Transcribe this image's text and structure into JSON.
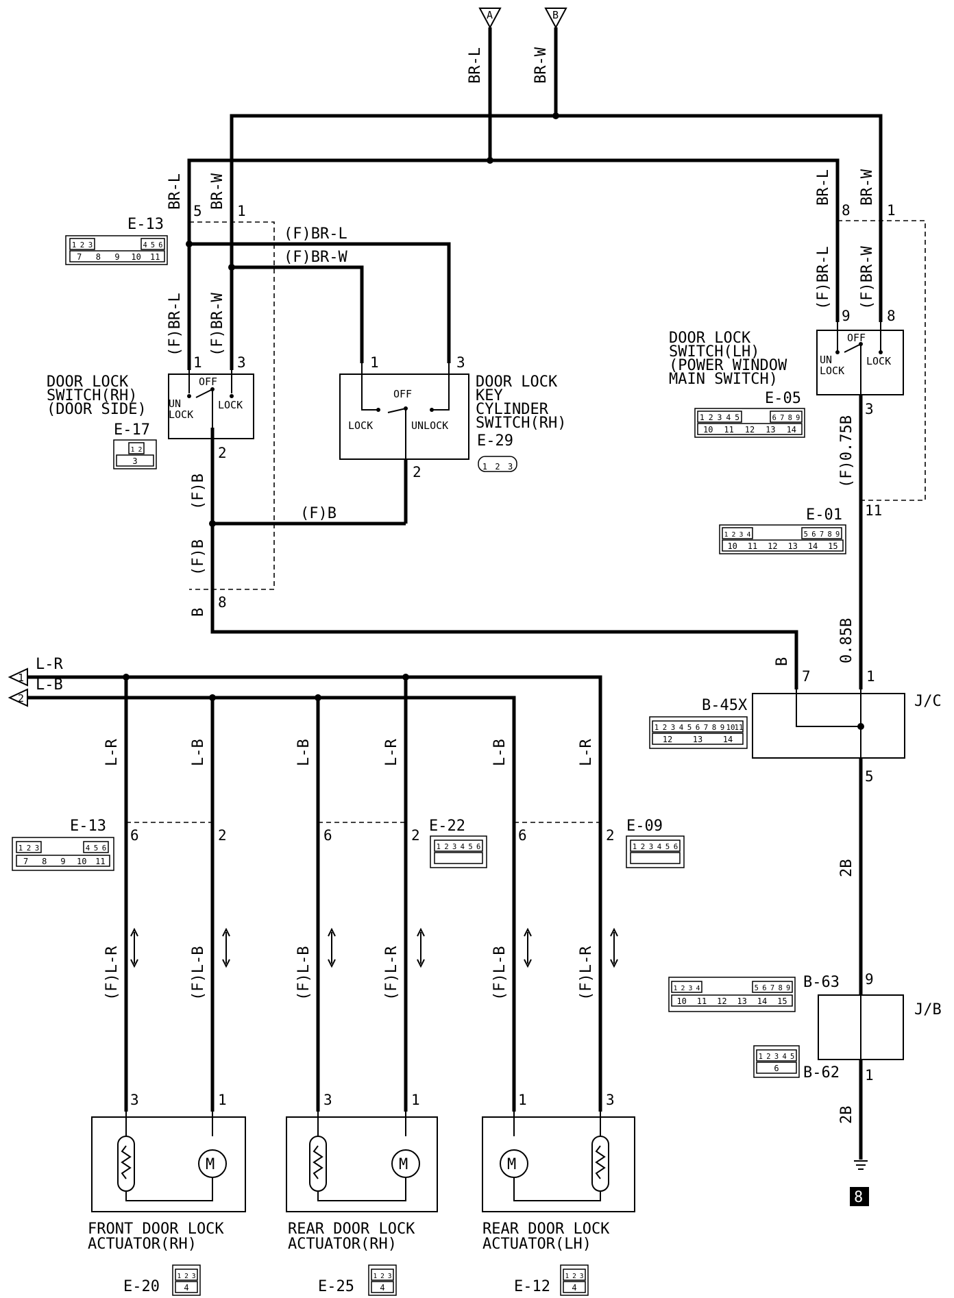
{
  "terminals": {
    "A": "A",
    "B": "B",
    "1": "1",
    "2": "2"
  },
  "wires": {
    "br_l": "BR-L",
    "br_w": "BR-W",
    "f_br_l": "(F)BR-L",
    "f_br_w": "(F)BR-W",
    "f_b": "(F)B",
    "b": "B",
    "f_075b": "(F)0.75B",
    "w085b": "0.85B",
    "w2b": "2B",
    "l_r": "L-R",
    "l_b": "L-B",
    "f_l_r": "(F)L-R",
    "f_l_b": "(F)L-B"
  },
  "connectors": {
    "e13": "E-13",
    "e17": "E-17",
    "e29": "E-29",
    "e05": "E-05",
    "e01": "E-01",
    "b45x": "B-45X",
    "e22": "E-22",
    "e09": "E-09",
    "b63": "B-63",
    "b62": "B-62",
    "e20": "E-20",
    "e25": "E-25",
    "e12": "E-12"
  },
  "connector_pins": {
    "e13": [
      "1",
      "2",
      "3",
      "4",
      "5",
      "6",
      "7",
      "8",
      "9",
      "10",
      "11"
    ],
    "e17": [
      "1",
      "2",
      "3"
    ],
    "e29": [
      "1",
      "2",
      "3"
    ],
    "e05": [
      "1",
      "2",
      "3",
      "4",
      "5",
      "6",
      "7",
      "8",
      "9",
      "10",
      "11",
      "12",
      "13",
      "14"
    ],
    "e01": [
      "1",
      "2",
      "3",
      "4",
      "5",
      "6",
      "7",
      "8",
      "9",
      "10",
      "11",
      "12",
      "13",
      "14",
      "15"
    ],
    "b45x": [
      "1",
      "2",
      "3",
      "4",
      "5",
      "6",
      "7",
      "8",
      "9",
      "10",
      "11",
      "12",
      "13",
      "14"
    ],
    "e22": [
      "1",
      "2",
      "3",
      "4",
      "5",
      "6"
    ],
    "e09": [
      "1",
      "2",
      "3",
      "4",
      "5",
      "6"
    ],
    "b63": [
      "1",
      "2",
      "3",
      "4",
      "5",
      "6",
      "7",
      "8",
      "9",
      "10",
      "11",
      "12",
      "13",
      "14",
      "15"
    ],
    "b62": [
      "1",
      "2",
      "3",
      "4",
      "5",
      "6"
    ],
    "act": [
      "1",
      "2",
      "3",
      "4"
    ]
  },
  "components": {
    "switch_rh": [
      "DOOR LOCK",
      "SWITCH(RH)",
      "(DOOR SIDE)"
    ],
    "key_cyl": [
      "DOOR LOCK",
      "KEY",
      "CYLINDER",
      "SWITCH(RH)"
    ],
    "switch_lh": [
      "DOOR LOCK",
      "SWITCH(LH)",
      "(POWER WINDOW",
      "MAIN SWITCH)"
    ],
    "front_rh": [
      "FRONT DOOR LOCK",
      "ACTUATOR(RH)"
    ],
    "rear_rh": [
      "REAR DOOR LOCK",
      "ACTUATOR(RH)"
    ],
    "rear_lh": [
      "REAR DOOR LOCK",
      "ACTUATOR(LH)"
    ],
    "jc": "J/C",
    "jb": "J/B"
  },
  "switch_states": {
    "off": "OFF",
    "lock": "LOCK",
    "unlock": "UNLOCK",
    "un": "UN",
    "lock2": "LOCK"
  },
  "pins": {
    "p1": "1",
    "p2": "2",
    "p3": "3",
    "p5": "5",
    "p6": "6",
    "p7": "7",
    "p8": "8",
    "p9": "9",
    "p11": "11"
  },
  "ground": "8",
  "motor": "M"
}
